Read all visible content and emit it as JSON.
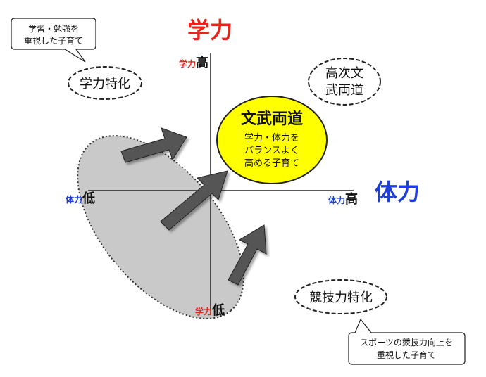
{
  "axes": {
    "vertical": {
      "name": "学力",
      "high_prefix": "学力",
      "high_word": "高",
      "low_prefix": "学力",
      "low_word": "低"
    },
    "horizontal": {
      "name": "体力",
      "high_prefix": "体力",
      "high_word": "高",
      "low_prefix": "体力",
      "low_word": "低"
    }
  },
  "center": {
    "title": "文武両道",
    "desc_line1": "学力・体力を",
    "desc_line2": "バランスよく",
    "desc_line3": "高める子育て"
  },
  "quadrants": {
    "top_left_label": "学力特化",
    "top_right_line1": "高次文",
    "top_right_line2": "武両道",
    "bottom_right_label": "競技力特化"
  },
  "callouts": {
    "top_left_line1": "学習・勉強を",
    "top_left_line2": "重視した子育て",
    "bottom_right_line1": "スポーツの競技力向上を",
    "bottom_right_line2": "重視した子育て"
  },
  "colors": {
    "red": "#e8231b",
    "blue": "#1e3fd6",
    "yellow": "#ffff00",
    "region_gray": "#c9c9c9",
    "arrow_gray": "#555555"
  }
}
